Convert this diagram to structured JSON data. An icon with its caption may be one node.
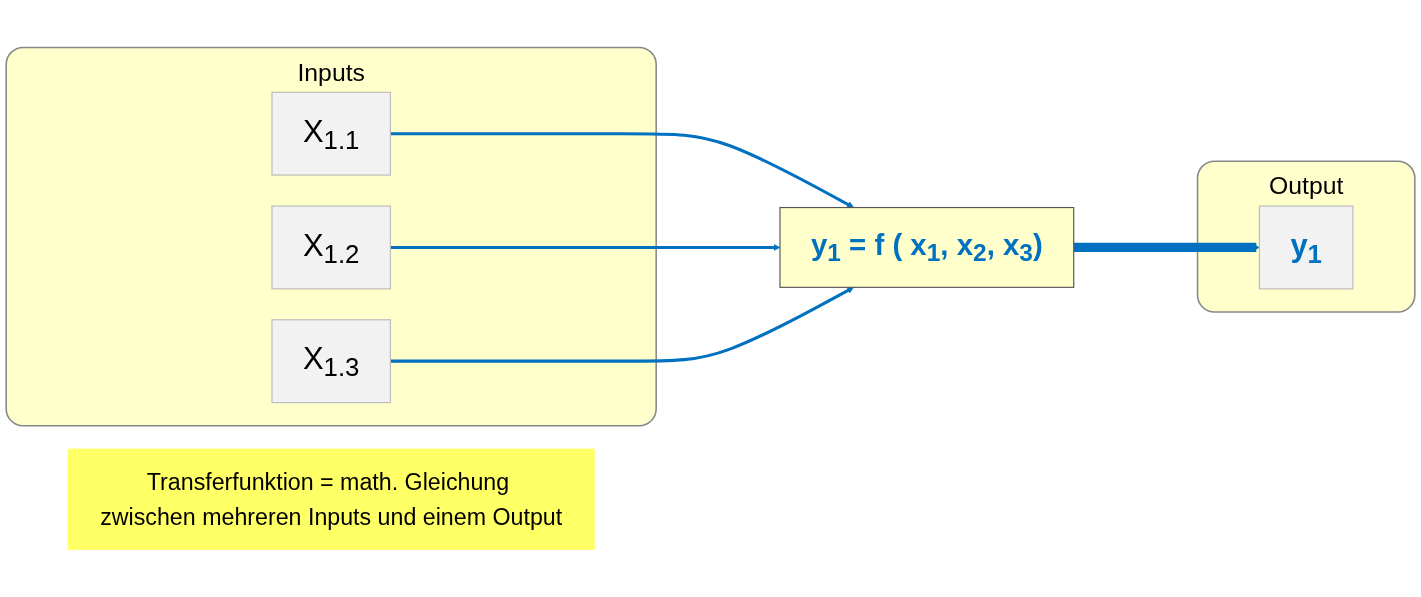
{
  "diagram": {
    "nodes": [
      {
        "text": [
          "Inputs"
        ]
      },
      {
        "text": [
          "X$_{1.1}$"
        ],
        "in": 0
      },
      {
        "text": [
          "X$_{1.2}$"
        ],
        "in": 0
      },
      {
        "text": [
          "X$_{1.3}$"
        ],
        "in": 0
      },
      {
        "text": [
          "y$_{1}$ = f ( x$_{1}$, x$_{2}$, x$_{3}$)"
        ]
      },
      {
        "text": [
          "Output"
        ]
      },
      {
        "text": [
          "y$_{1}$"
        ],
        "in": 5
      },
      {
        "text": [
          "Transferfunktion = math. Gleichung zwischen mehreren Inputs und einem Output"
        ]
      }
    ],
    "edges": [
      {
        "from": 1,
        "to": 4,
        "arrow": "to"
      },
      {
        "from": 2,
        "to": 4,
        "arrow": "to"
      },
      {
        "from": 3,
        "to": 4,
        "arrow": "to"
      },
      {
        "from": 4,
        "to": 6,
        "arrow": "to",
        "style": "thick"
      }
    ]
  }
}
